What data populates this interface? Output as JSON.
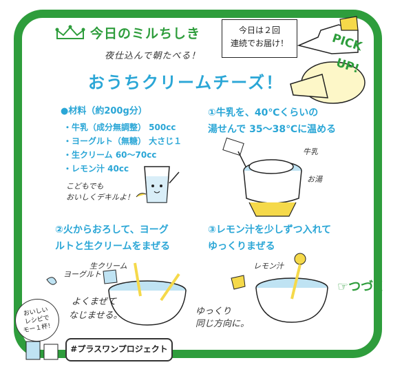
{
  "header": {
    "title": "今日のミルちしき"
  },
  "note": {
    "line1": "今日は２回",
    "line2": "連続でお届け！"
  },
  "pickup": {
    "word1": "PICK",
    "word2": "UP!"
  },
  "subtitle": "夜仕込んで朝たべる！",
  "title": "おうちクリームチーズ！",
  "ingredients": {
    "heading": "●材料（約200g分）",
    "items": [
      "・牛乳（成分無調整）  500cc",
      "・ヨーグルト（無糖）  大さじ１",
      "・生クリーム  60〜70cc",
      "・レモン汁  40cc"
    ],
    "handnote_line1": "こどもでも",
    "handnote_line2": "おいしくデキルよ！"
  },
  "step1": {
    "line1": "①牛乳を、40℃くらいの",
    "line2": "湯せんで 35〜38℃に温める",
    "label_milk": "牛乳",
    "label_water": "お湯"
  },
  "step2": {
    "line1": "②火からおろして、ヨーグ",
    "line2": "ルトと生クリームをまぜる",
    "label_yogurt": "ヨーグルト",
    "label_cream": "生クリーム",
    "handnote_line1": "よくまぜて",
    "handnote_line2": "なじませる。"
  },
  "step3": {
    "line1": "③レモン汁を少しずつ入れて",
    "line2": "ゆっくりまぜる",
    "label_lemon": "レモン汁",
    "handnote_line1": "ゆっくり",
    "handnote_line2": "同じ方向に。"
  },
  "footer": {
    "tsuzuku_icon": "☞",
    "tsuzuku": "つづく",
    "bubble_line1": "おいしい",
    "bubble_line2": "レシピで",
    "bubble_line3": "モー１杯！",
    "hashtag": "#プラスワンプロジェクト"
  },
  "colors": {
    "green": "#2e9d3c",
    "blue": "#2aa6d6",
    "yellow": "#f5d94a",
    "light_blue": "#bfe3f3"
  }
}
